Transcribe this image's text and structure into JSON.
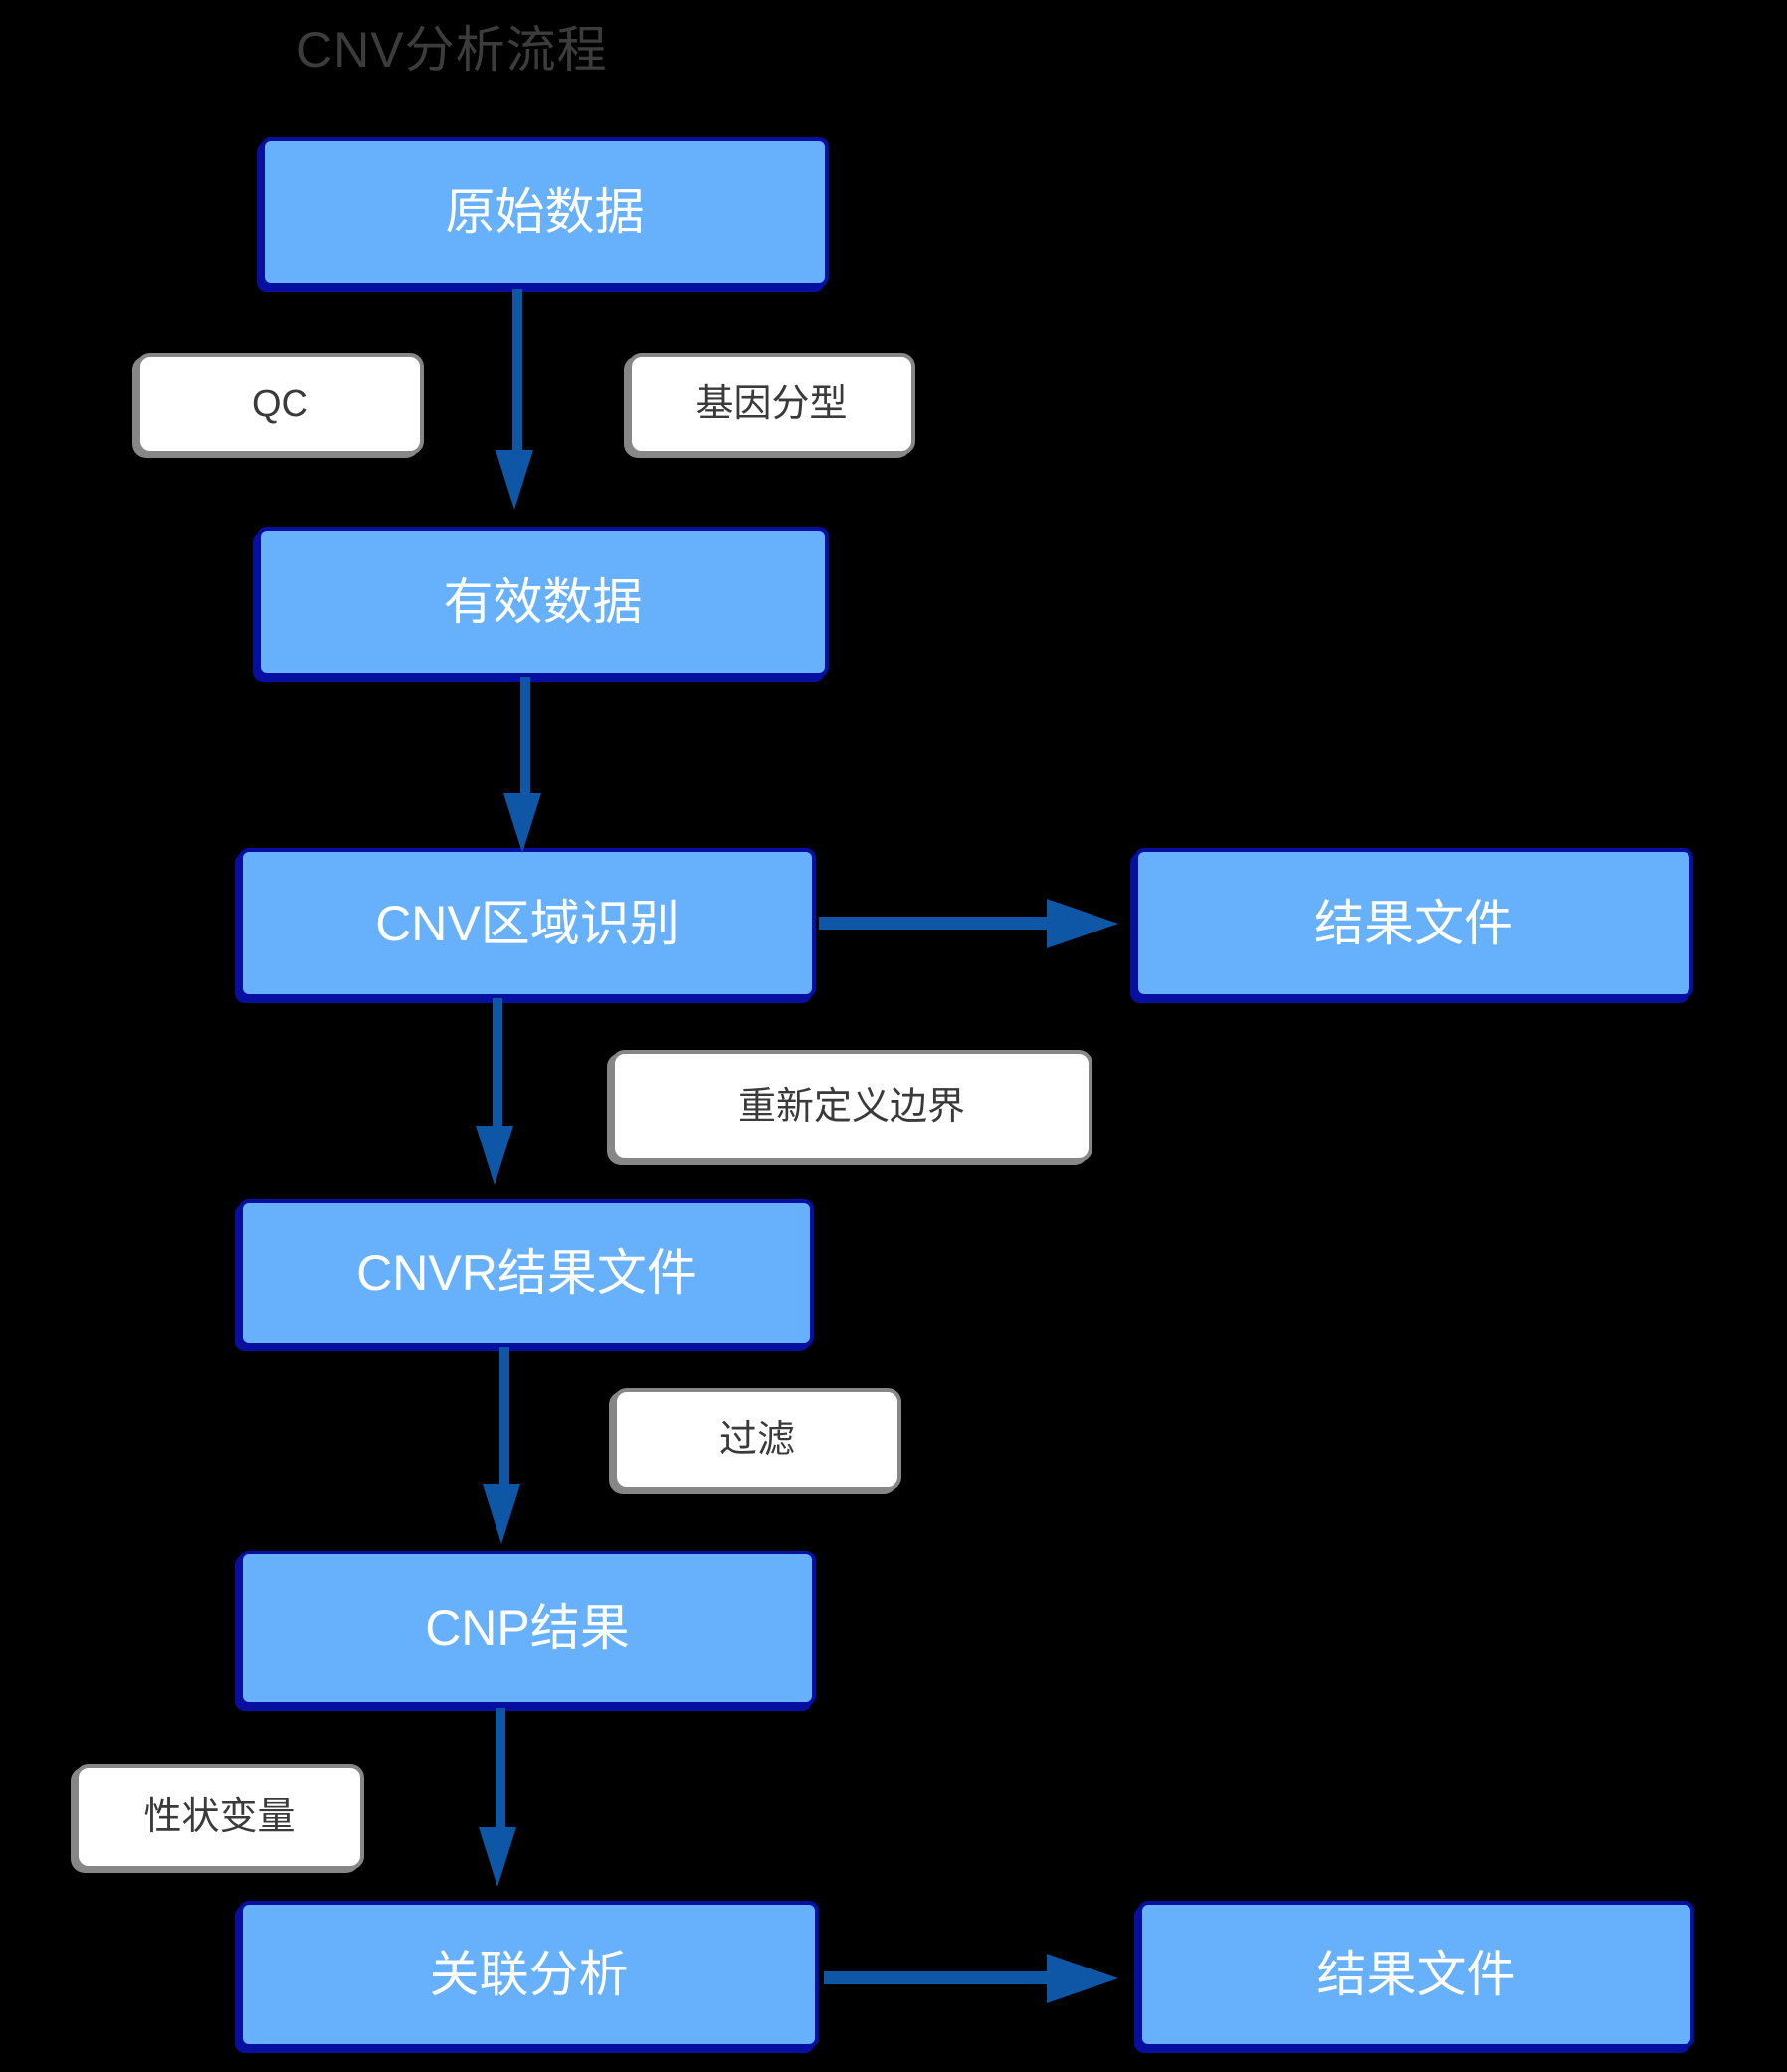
{
  "title": "CNV分析流程",
  "diagram_type": "flowchart",
  "nodes": {
    "raw_data": {
      "label": "原始数据"
    },
    "valid_data": {
      "label": "有效数据"
    },
    "cnv_region": {
      "label": "CNV区域识别"
    },
    "result_file_top": {
      "label": "结果文件"
    },
    "cnvr_result": {
      "label": "CNVR结果文件"
    },
    "cnp_result": {
      "label": "CNP结果"
    },
    "association": {
      "label": "关联分析"
    },
    "result_file_bottom": {
      "label": "结果文件"
    }
  },
  "labels": {
    "qc": {
      "text": "QC"
    },
    "genotyping": {
      "text": "基因分型"
    },
    "redefine_boundary": {
      "text": "重新定义边界"
    },
    "filter": {
      "text": "过滤"
    },
    "trait_variable": {
      "text": "性状变量"
    }
  },
  "edges": [
    {
      "from": "原始数据",
      "to": "有效数据",
      "labels": [
        "QC",
        "基因分型"
      ]
    },
    {
      "from": "有效数据",
      "to": "CNV区域识别",
      "labels": []
    },
    {
      "from": "CNV区域识别",
      "to": "结果文件",
      "labels": []
    },
    {
      "from": "CNV区域识别",
      "to": "CNVR结果文件",
      "labels": [
        "重新定义边界"
      ]
    },
    {
      "from": "CNVR结果文件",
      "to": "CNP结果",
      "labels": [
        "过滤"
      ]
    },
    {
      "from": "CNP结果",
      "to": "关联分析",
      "labels": [
        "性状变量"
      ]
    },
    {
      "from": "关联分析",
      "to": "结果文件",
      "labels": []
    }
  ],
  "colors": {
    "background": "#000000",
    "node_fill": "#67b0fc",
    "node_border": "#060f9f",
    "node_text": "#ffffff",
    "label_fill": "#ffffff",
    "label_border": "#878787",
    "label_text": "#3a3a3a",
    "arrow": "#0e56a6",
    "title_text": "#3c3c3c"
  }
}
